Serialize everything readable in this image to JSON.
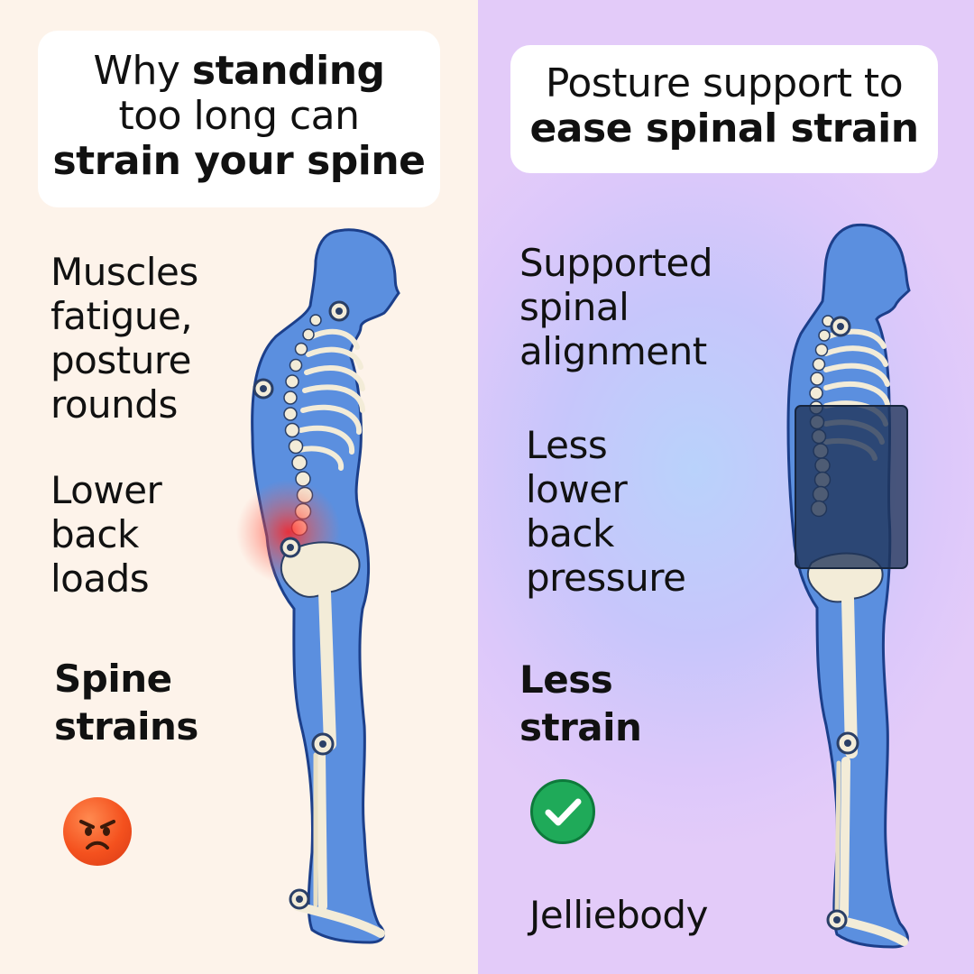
{
  "left": {
    "title": {
      "line1_prefix": "Why ",
      "line1_bold": "standing",
      "line2": "too long can",
      "line3_bold": "strain your spine"
    },
    "labels": {
      "muscles": [
        "Muscles",
        "fatigue,",
        "posture",
        "rounds"
      ],
      "lower_back": [
        "Lower",
        "back",
        "loads"
      ],
      "result": [
        "Spine",
        "strains"
      ]
    },
    "result_icon": "angry-face-icon"
  },
  "right": {
    "title": {
      "line1": "Posture support to",
      "line2_bold": "ease spinal strain"
    },
    "labels": {
      "supported": [
        "Supported",
        "spinal",
        "alignment"
      ],
      "less_pressure": [
        "Less",
        "lower",
        "back",
        "pressure"
      ],
      "result": [
        "Less",
        "strain"
      ]
    },
    "result_icon": "check-mark-icon",
    "brand": "Jelliebody"
  },
  "colors": {
    "left_background": "#fdf3ea",
    "right_background": "#dcc8fa",
    "body_blue": "#5b8fdf",
    "bone": "#f3ecd8",
    "pain_red": "#ff3b3b",
    "brace_dark": "#2a3f66",
    "check_green": "#1faa59",
    "angry_orange": "#f4511e"
  }
}
